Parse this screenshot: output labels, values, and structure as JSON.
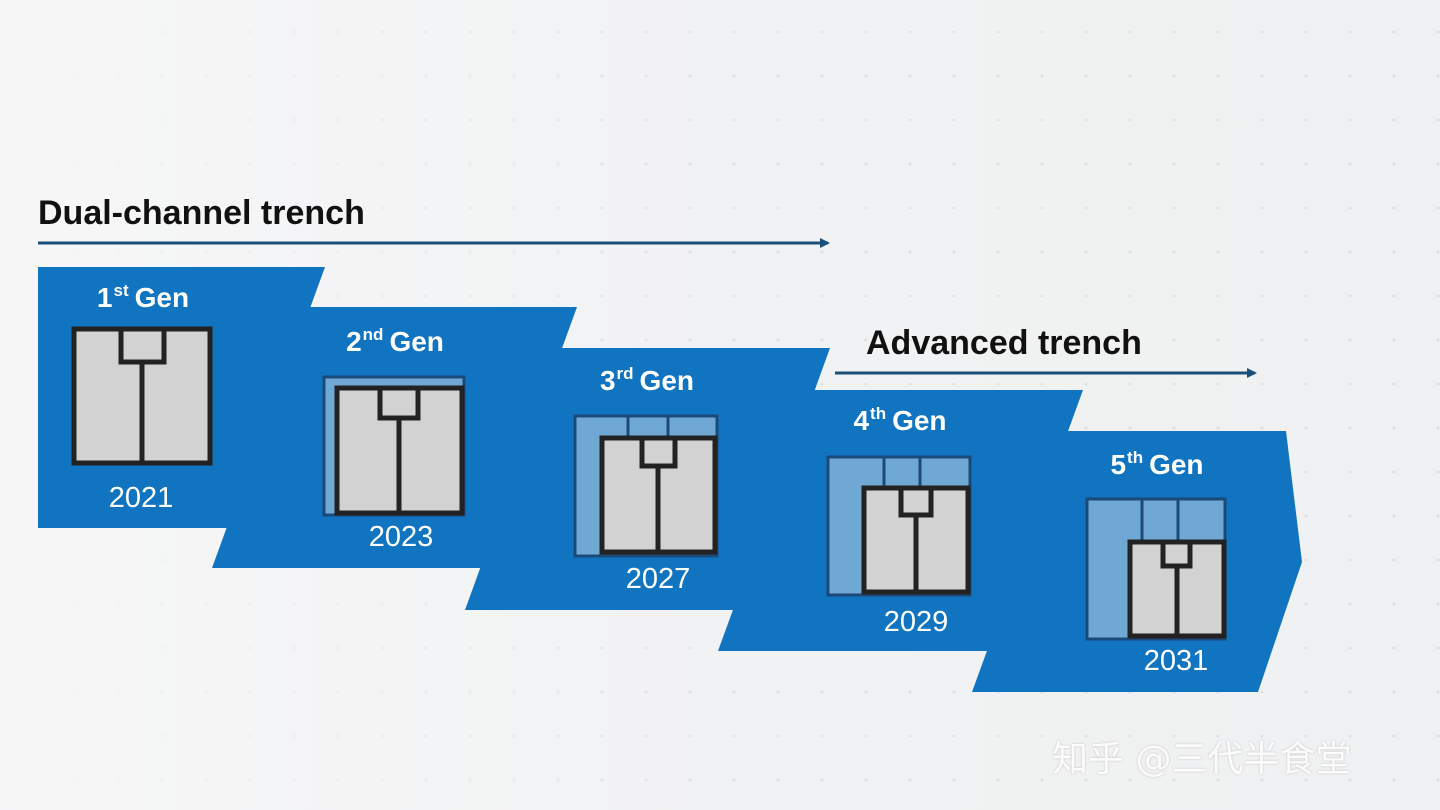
{
  "headings": {
    "dual_channel": "Dual-channel trench",
    "advanced": "Advanced trench"
  },
  "generations": [
    {
      "num": "1",
      "suffix": "st",
      "word": "Gen",
      "year": "2021"
    },
    {
      "num": "2",
      "suffix": "nd",
      "word": "Gen",
      "year": "2023"
    },
    {
      "num": "3",
      "suffix": "rd",
      "word": "Gen",
      "year": "2027"
    },
    {
      "num": "4",
      "suffix": "th",
      "word": "Gen",
      "year": "2029"
    },
    {
      "num": "5",
      "suffix": "th",
      "word": "Gen",
      "year": "2031"
    }
  ],
  "watermark": "知乎 @三代半食堂",
  "colors": {
    "panel_blue": "#1074c0",
    "arrow_blue": "#1a4f7c",
    "cell_fill": "#d2d2d2",
    "cell_outline": "#222222",
    "shield_blue": "#6fa8d2"
  }
}
